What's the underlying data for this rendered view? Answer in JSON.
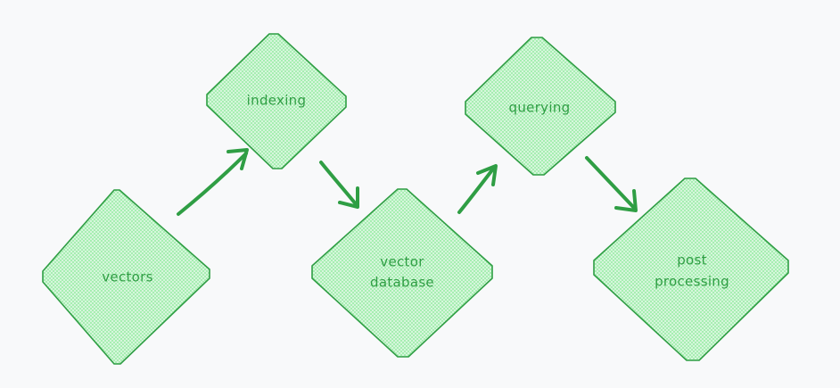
{
  "colors": {
    "background": "#f8f9fa",
    "node_stroke": "#2f9e44",
    "node_fill": "#b2f2bb",
    "text": "#2f9e44",
    "arrow": "#2f9e44"
  },
  "nodes": [
    {
      "id": "vectors",
      "lines": [
        "vectors"
      ]
    },
    {
      "id": "indexing",
      "lines": [
        "indexing"
      ]
    },
    {
      "id": "vector-database",
      "lines": [
        "vector",
        "database"
      ]
    },
    {
      "id": "querying",
      "lines": [
        "querying"
      ]
    },
    {
      "id": "post-processing",
      "lines": [
        "post",
        "processing"
      ]
    }
  ],
  "edges": [
    {
      "from": "vectors",
      "to": "indexing"
    },
    {
      "from": "indexing",
      "to": "vector-database"
    },
    {
      "from": "vector-database",
      "to": "querying"
    },
    {
      "from": "querying",
      "to": "post-processing"
    }
  ]
}
